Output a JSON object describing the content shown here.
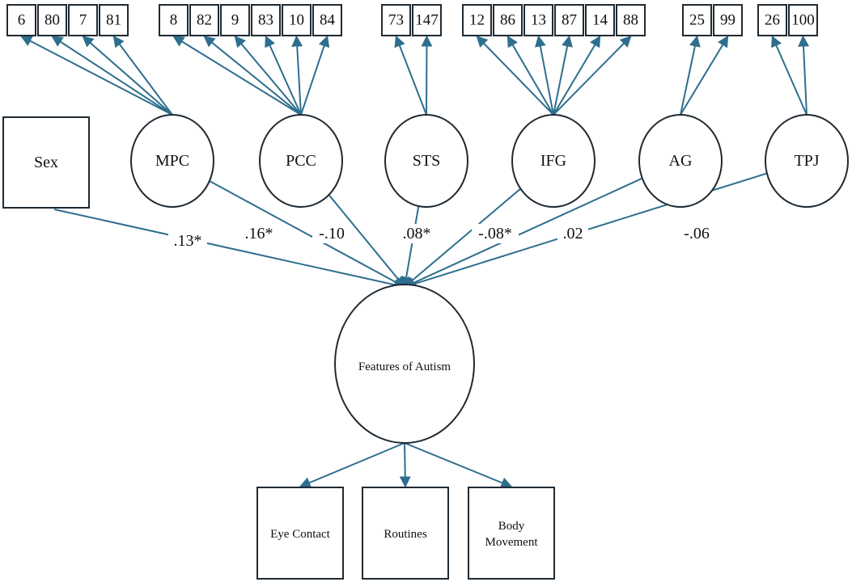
{
  "colors": {
    "edge": "#2e6e8e",
    "outline": "#1f2a33",
    "background": "#ffffff"
  },
  "predictors": [
    {
      "id": "sex",
      "label": "Sex",
      "coefficient": ".13*",
      "shape": "box"
    },
    {
      "id": "mpc",
      "label": "MPC",
      "coefficient": ".16*",
      "shape": "circle",
      "indicators": [
        "6",
        "80",
        "7",
        "81"
      ]
    },
    {
      "id": "pcc",
      "label": "PCC",
      "coefficient": "-.10",
      "shape": "circle",
      "indicators": [
        "8",
        "82",
        "9",
        "83",
        "10",
        "84"
      ]
    },
    {
      "id": "sts",
      "label": "STS",
      "coefficient": ".08*",
      "shape": "circle",
      "indicators": [
        "73",
        "147"
      ]
    },
    {
      "id": "ifg",
      "label": "IFG",
      "coefficient": "-.08*",
      "shape": "circle",
      "indicators": [
        "12",
        "86",
        "13",
        "87",
        "14",
        "88"
      ]
    },
    {
      "id": "ag",
      "label": "AG",
      "coefficient": ".02",
      "shape": "circle",
      "indicators": [
        "25",
        "99"
      ]
    },
    {
      "id": "tpj",
      "label": "TPJ",
      "coefficient": "-.06",
      "shape": "circle",
      "indicators": [
        "26",
        "100"
      ]
    }
  ],
  "outcome": {
    "label": "Features of Autism",
    "indicators": [
      {
        "id": "eye-contact",
        "lines": [
          "Eye Contact"
        ]
      },
      {
        "id": "routines",
        "lines": [
          "Routines"
        ]
      },
      {
        "id": "body-movement",
        "lines": [
          "Body",
          "Movement"
        ]
      }
    ]
  }
}
